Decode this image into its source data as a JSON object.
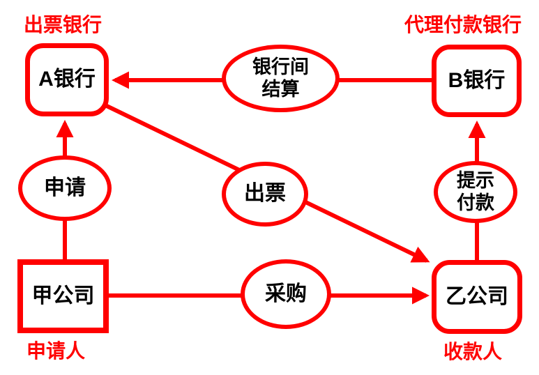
{
  "colors": {
    "accent": "#ff0000",
    "node_text": "#000000",
    "background": "#ffffff"
  },
  "nodes": {
    "bank_a": {
      "label": "A银行",
      "caption": "出票银行"
    },
    "bank_b": {
      "label": "B银行",
      "caption": "代理付款银行"
    },
    "company_jia": {
      "label": "甲公司",
      "caption": "申请人"
    },
    "company_yi": {
      "label": "乙公司",
      "caption": "收款人"
    },
    "settlement": {
      "label": "银行间结算",
      "line1": "银行间",
      "line2": "结算"
    },
    "apply": {
      "label": "申请"
    },
    "issue": {
      "label": "出票"
    },
    "present": {
      "label": "提示付款",
      "line1": "提示",
      "line2": "付款"
    },
    "purchase": {
      "label": "采购"
    }
  },
  "edges": [
    {
      "from": "B银行",
      "via": "银行间结算",
      "to": "A银行",
      "arrow_at": "A银行"
    },
    {
      "from": "甲公司",
      "via": "申请",
      "to": "A银行",
      "arrow_at": "A银行"
    },
    {
      "from": "A银行",
      "via": "出票",
      "to": "乙公司",
      "arrow_at": "乙公司"
    },
    {
      "from": "甲公司",
      "via": "采购",
      "to": "乙公司",
      "arrow_at": "乙公司"
    },
    {
      "from": "乙公司",
      "via": "提示付款",
      "to": "B银行",
      "arrow_at": "B银行"
    }
  ]
}
